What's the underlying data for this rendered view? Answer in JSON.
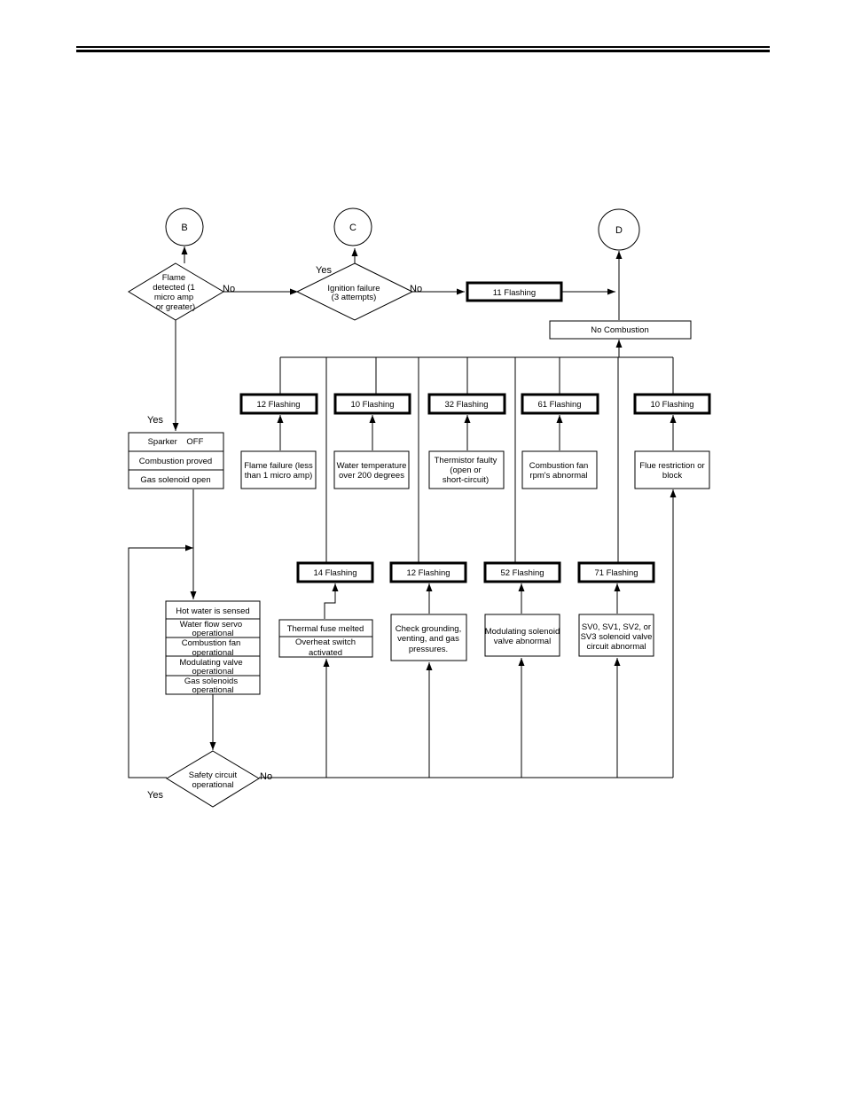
{
  "connectors": {
    "b": "B",
    "c": "C",
    "d": "D"
  },
  "decisions": {
    "flame": [
      "Flame",
      "detected (1",
      "micro amp",
      "or greater)"
    ],
    "ignition": [
      "Ignition failure",
      "(3 attempts)"
    ],
    "safety": [
      "Safety circuit",
      "operational"
    ]
  },
  "labels": {
    "flame_no": "No",
    "flame_yes": "Yes",
    "ignition_yes": "Yes",
    "ignition_no": "No",
    "safety_no": "No",
    "safety_yes": "Yes"
  },
  "flashing": {
    "f11": "11 Flashing",
    "f12a": "12 Flashing",
    "f10a": "10 Flashing",
    "f32": "32 Flashing",
    "f61": "61 Flashing",
    "f10b": "10 Flashing",
    "f14": "14 Flashing",
    "f12b": "12 Flashing",
    "f52": "52 Flashing",
    "f71": "71 Flashing"
  },
  "boxes": {
    "no_combustion": "No Combustion",
    "sparker": [
      "Sparker    OFF",
      "Combustion proved",
      "Gas solenoid open"
    ],
    "hotwater": [
      [
        "Hot water is sensed"
      ],
      [
        "Water flow servo",
        "operational"
      ],
      [
        "Combustion fan",
        "operational"
      ],
      [
        "Modulating valve",
        "operational"
      ],
      [
        "Gas solenoids",
        "operational"
      ]
    ],
    "flame_failure": [
      "Flame failure (less",
      "than 1 micro amp)"
    ],
    "water_temp": [
      "Water temperature",
      "over 200 degrees"
    ],
    "thermistor": [
      "Thermistor faulty",
      "(open or",
      "short-circuit)"
    ],
    "comb_fan": [
      "Combustion fan",
      "rpm's abnormal"
    ],
    "flue": [
      "Flue restriction or",
      "block"
    ],
    "thermal": [
      [
        "Thermal fuse melted"
      ],
      [
        "Overheat switch",
        "activated"
      ]
    ],
    "grounding": [
      "Check grounding,",
      "venting, and gas",
      "pressures."
    ],
    "modulating": [
      "Modulating solenoid",
      "valve abnormal"
    ],
    "sv": [
      "SV0, SV1, SV2, or",
      "SV3 solenoid valve",
      "circuit abnormal"
    ]
  }
}
